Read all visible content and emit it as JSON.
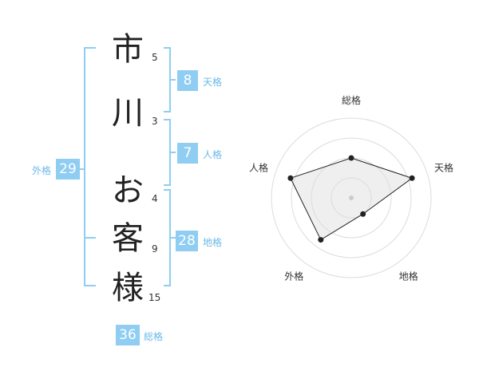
{
  "name_chars": [
    "市",
    "川",
    "お",
    "客",
    "様"
  ],
  "strokes": [
    "5",
    "3",
    "4",
    "9",
    "15"
  ],
  "fortune": {
    "tenkaku": {
      "value": "8",
      "label": "天格"
    },
    "jinkaku": {
      "value": "7",
      "label": "人格"
    },
    "chikaku": {
      "value": "28",
      "label": "地格"
    },
    "gaikaku": {
      "value": "29",
      "label": "外格"
    },
    "soukaku": {
      "value": "36",
      "label": "総格"
    }
  },
  "colors": {
    "accent": "#8fcdf2",
    "accent_text": "#6ab9e8",
    "bracket": "#8fcdf2"
  },
  "chart_data": {
    "type": "radar",
    "axes": [
      "総格",
      "天格",
      "地格",
      "外格",
      "人格"
    ],
    "values": [
      0.5,
      0.8,
      0.25,
      0.65,
      0.8
    ],
    "max": 1,
    "rings": 4
  }
}
